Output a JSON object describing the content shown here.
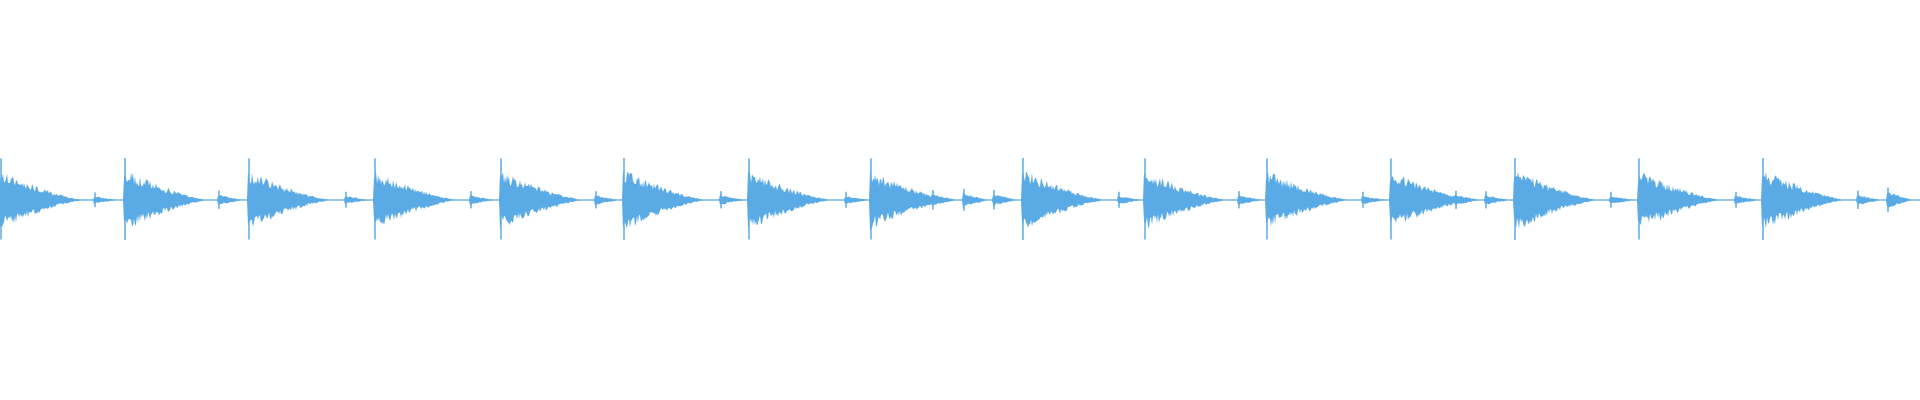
{
  "waveform": {
    "color": "#5aaae6",
    "background": "#ffffff",
    "channels": 1,
    "onset_strength_levels": [
      "strong",
      "medium",
      "weak"
    ],
    "note": ""
  }
}
